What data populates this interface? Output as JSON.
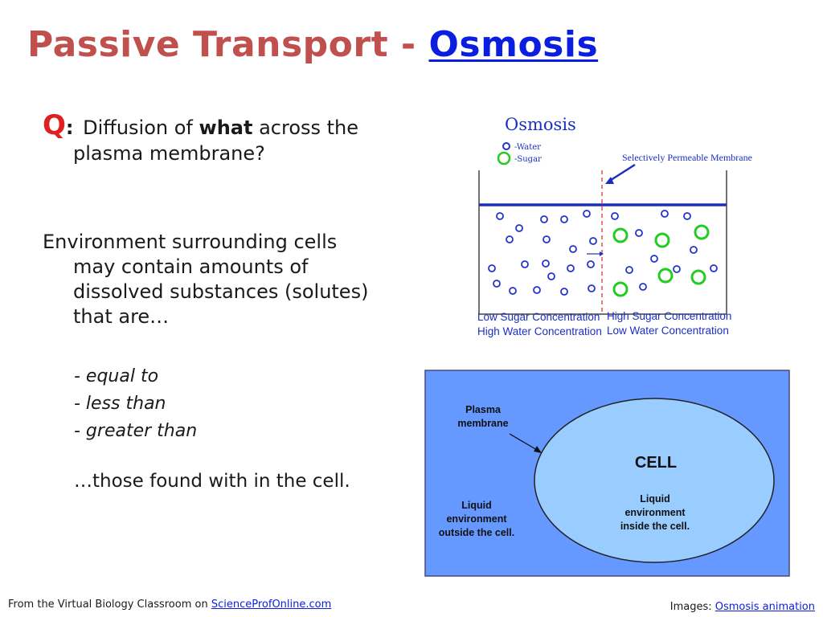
{
  "slide": {
    "title_main": "Passive Transport - ",
    "title_link": "Osmosis",
    "question": {
      "mark": "Q",
      "colon": ":",
      "before_bold": "Diffusion of ",
      "bold": "what",
      "after_bold": " across the",
      "line2": "plasma membrane?"
    },
    "environment": {
      "line1": "Environment surrounding cells",
      "line2": "may contain amounts of",
      "line3": "dissolved substances (solutes)",
      "line4": "that are…"
    },
    "options": [
      "- equal to",
      "- less than",
      "- greater than"
    ],
    "closing": "…those found with in the cell."
  },
  "osmosis_figure": {
    "title": "Osmosis",
    "legend_water": "-Water",
    "legend_sugar": "-Sugar",
    "membrane_label": "Selectively Permeable Membrane",
    "left_label_1": "Low Sugar Concentration",
    "left_label_2": "High Water Concentration",
    "right_label_1": "High Sugar Concentration",
    "right_label_2": "Low Water Concentration",
    "colors": {
      "water": "#2233cc",
      "sugar": "#22cc22",
      "membrane": "#e05050",
      "water_line": "#1a2fc0",
      "label": "#1a2fc0"
    }
  },
  "cell_figure": {
    "plasma_membrane_1": "Plasma",
    "plasma_membrane_2": "membrane",
    "cell_label": "CELL",
    "inside_1": "Liquid",
    "inside_2": "environment",
    "inside_3": "inside the cell.",
    "outside_1": "Liquid",
    "outside_2": "environment",
    "outside_3": "outside the cell.",
    "colors": {
      "outside": "#6699ff",
      "cell": "#99ccff"
    }
  },
  "footer": {
    "left_prefix": "From the Virtual Biology Classroom on ",
    "left_link": "ScienceProfOnline.com",
    "right_prefix": "Images: ",
    "right_link": "Osmosis animation"
  }
}
